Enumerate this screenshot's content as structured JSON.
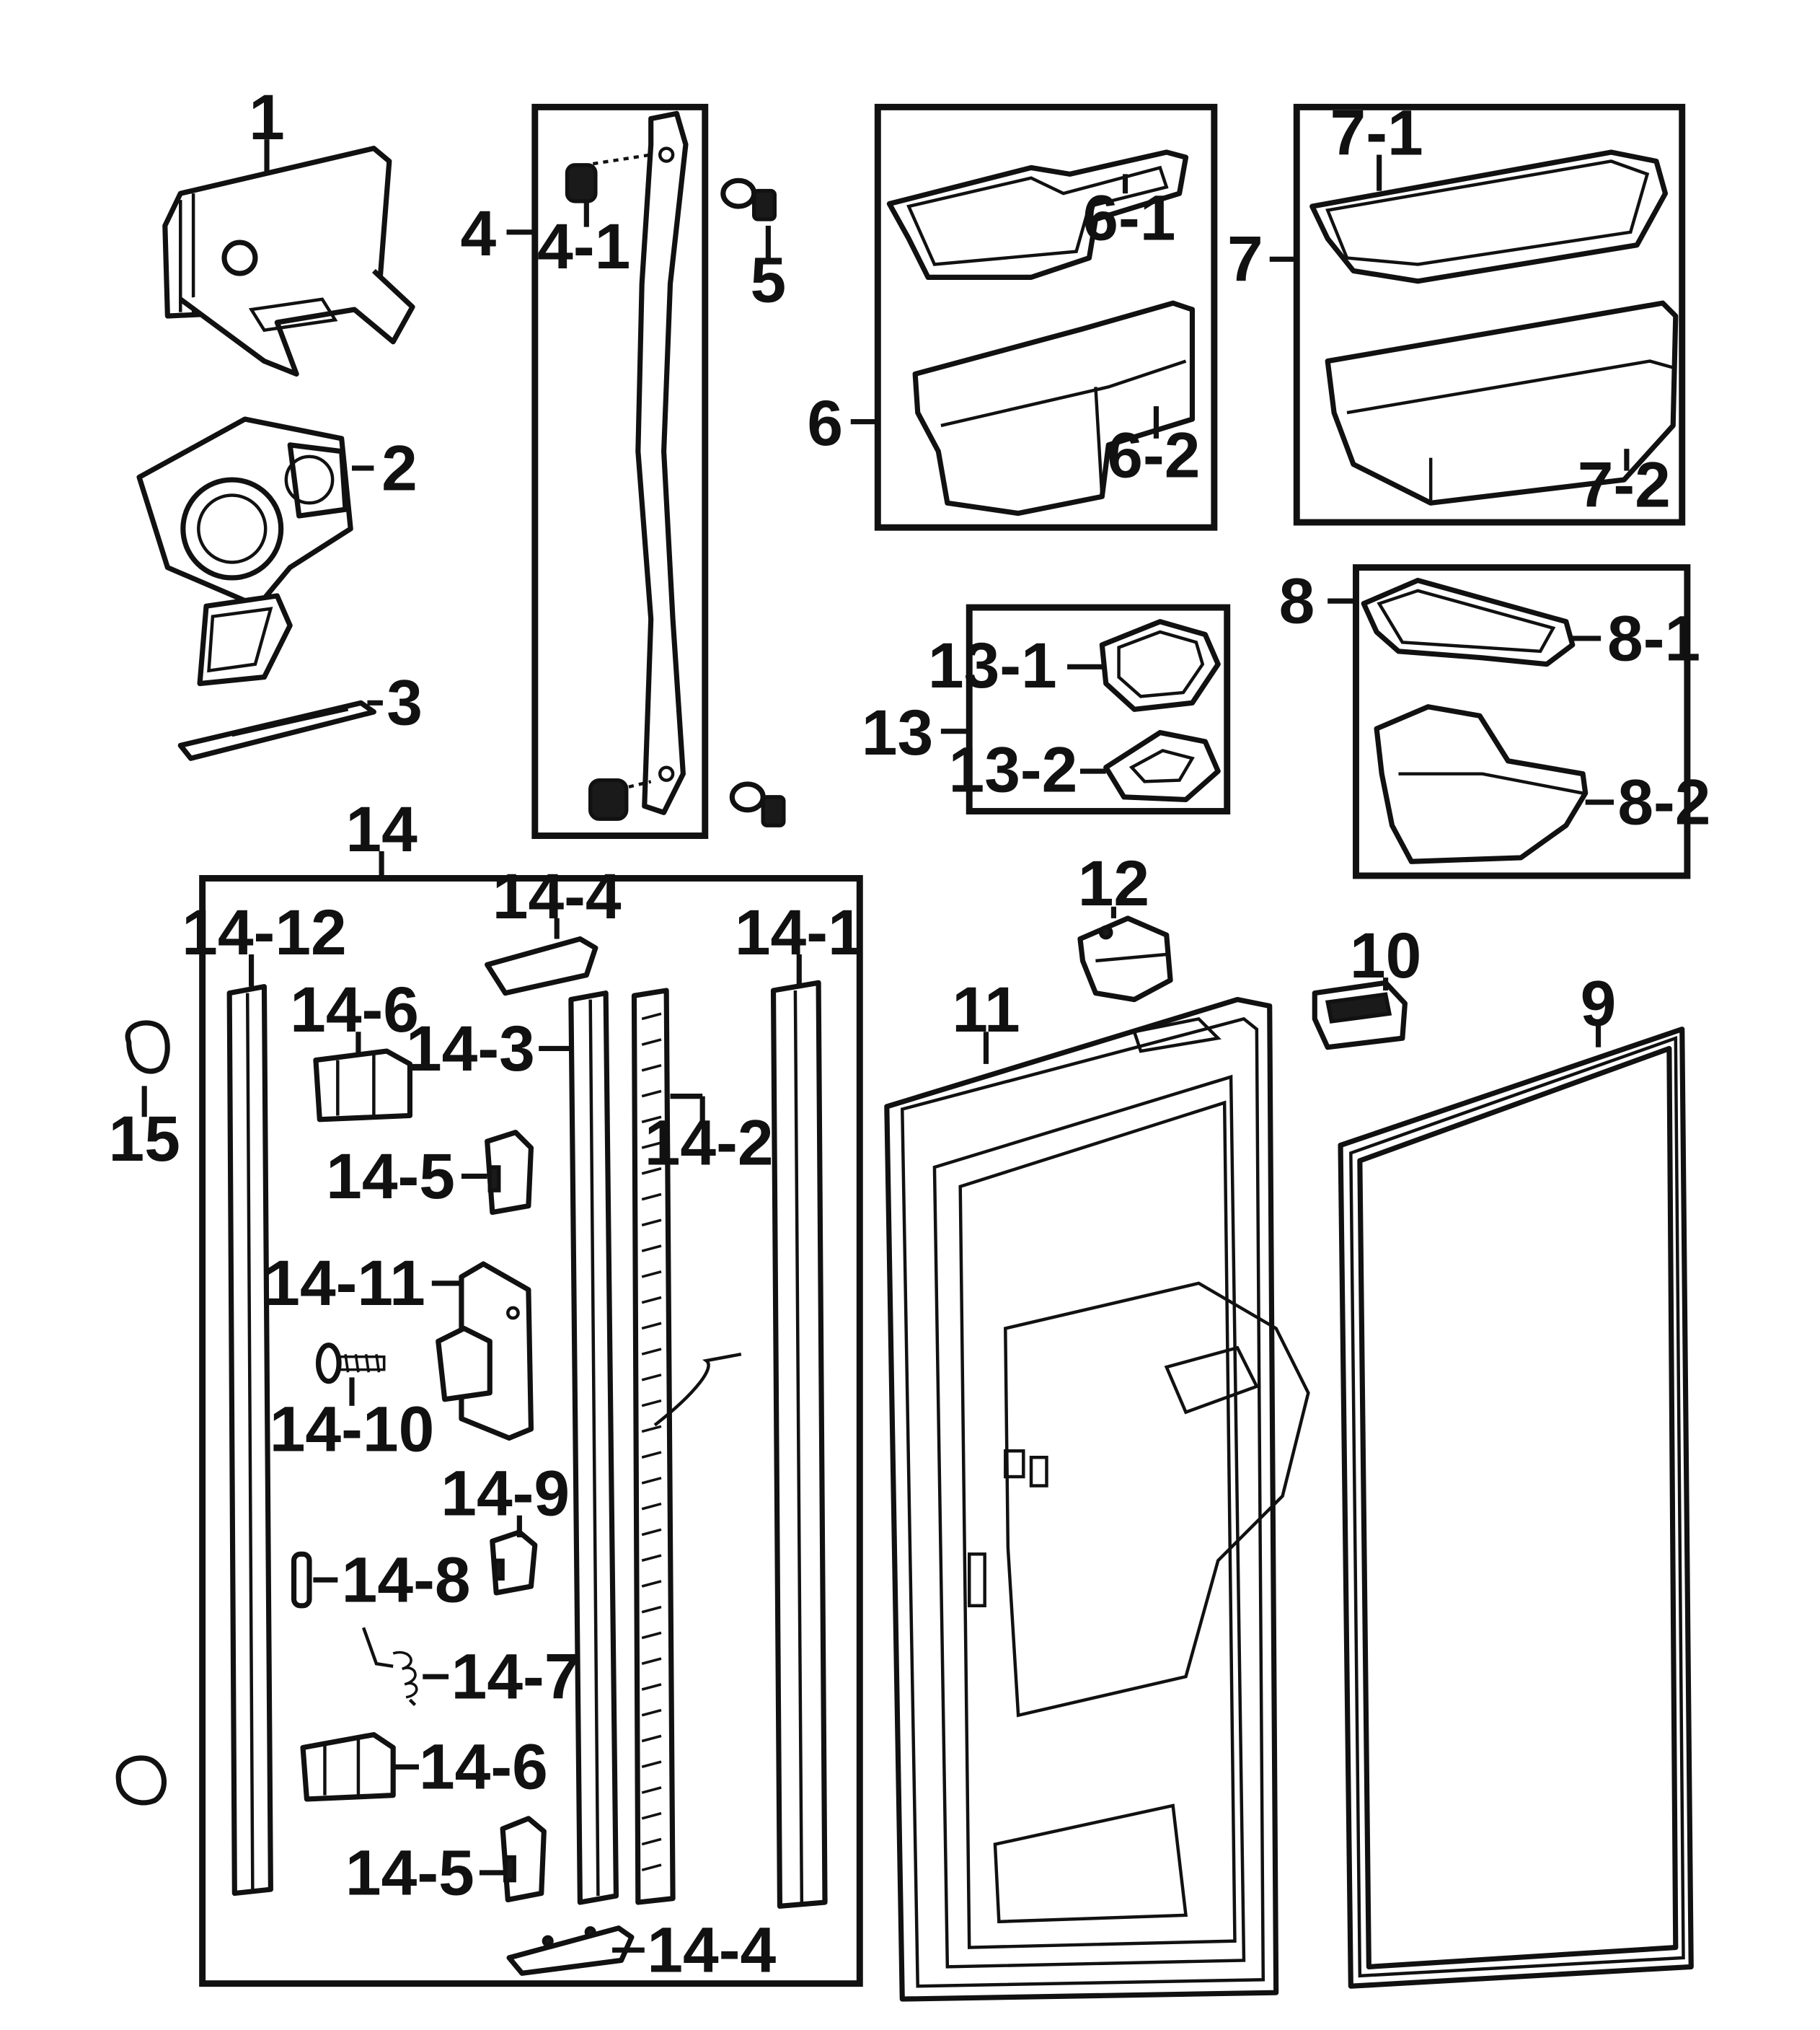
{
  "diagram": {
    "labels": {
      "p1": "1",
      "p2": "2",
      "p3": "3",
      "p4": "4",
      "p4_1": "4-1",
      "p5": "5",
      "p6": "6",
      "p6_1": "6-1",
      "p6_2": "6-2",
      "p7": "7",
      "p7_1": "7-1",
      "p7_2": "7-2",
      "p8": "8",
      "p8_1": "8-1",
      "p8_2": "8-2",
      "p9": "9",
      "p10": "10",
      "p11": "11",
      "p12": "12",
      "p13": "13",
      "p13_1": "13-1",
      "p13_2": "13-2",
      "p14": "14",
      "p14_1": "14-1",
      "p14_2": "14-2",
      "p14_3": "14-3",
      "p14_4a": "14-4",
      "p14_4b": "14-4",
      "p14_5a": "14-5",
      "p14_5b": "14-5",
      "p14_6a": "14-6",
      "p14_6b": "14-6",
      "p14_7": "14-7",
      "p14_8": "14-8",
      "p14_9": "14-9",
      "p14_10": "14-10",
      "p14_11": "14-11",
      "p14_12": "14-12",
      "p15": "15"
    }
  }
}
